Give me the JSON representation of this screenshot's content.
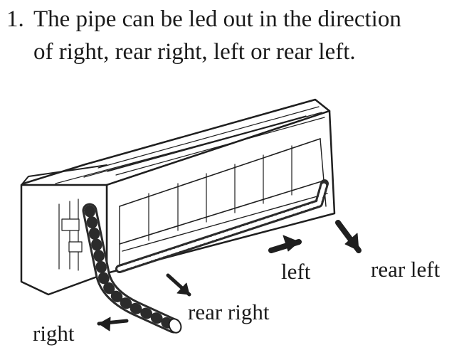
{
  "instruction": {
    "number": "1.",
    "text": "The pipe can be led out in the direction of right, rear right, left or rear left."
  },
  "figure": {
    "icon": "indoor-unit-pipe-direction-illustration",
    "labels": {
      "right": "right",
      "rear_right": "rear right",
      "left": "left",
      "rear_left": "rear left"
    }
  }
}
